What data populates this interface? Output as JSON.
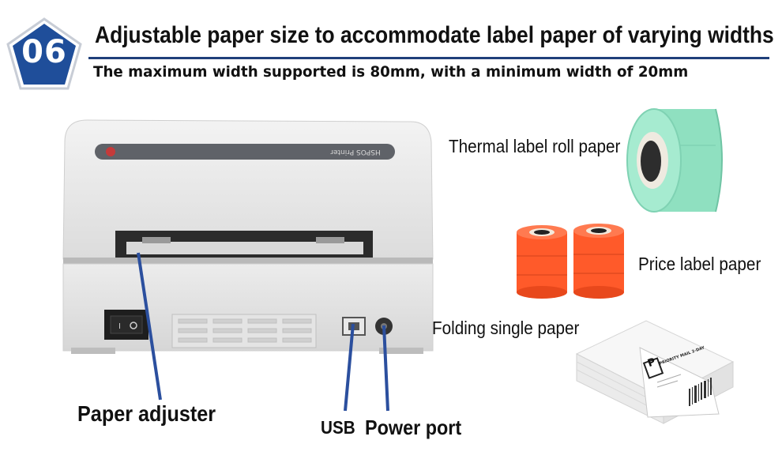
{
  "badge": {
    "number": "06"
  },
  "header": {
    "title": "Adjustable paper size to accommodate label paper of varying widths",
    "subtitle": "The maximum width supported is 80mm, with a minimum width of 20mm"
  },
  "printer": {
    "brand_text": "HSPOS Printer"
  },
  "callouts": {
    "paper_adjuster": "Paper adjuster",
    "usb": "USB",
    "power_port": "Power port"
  },
  "products": {
    "thermal_roll": "Thermal label roll paper",
    "price_label": "Price label paper",
    "folding": "Folding single paper"
  },
  "label_sheet": {
    "letter": "P",
    "text": "PRIORITY MAIL 2-DAY"
  },
  "colors": {
    "badge_blue": "#1f4e9a",
    "rule_blue": "#1f3f7a",
    "thermal_green": "#8fe0c0",
    "price_orange": "#ff5a2a",
    "pointer_blue": "#2b4f9e"
  }
}
